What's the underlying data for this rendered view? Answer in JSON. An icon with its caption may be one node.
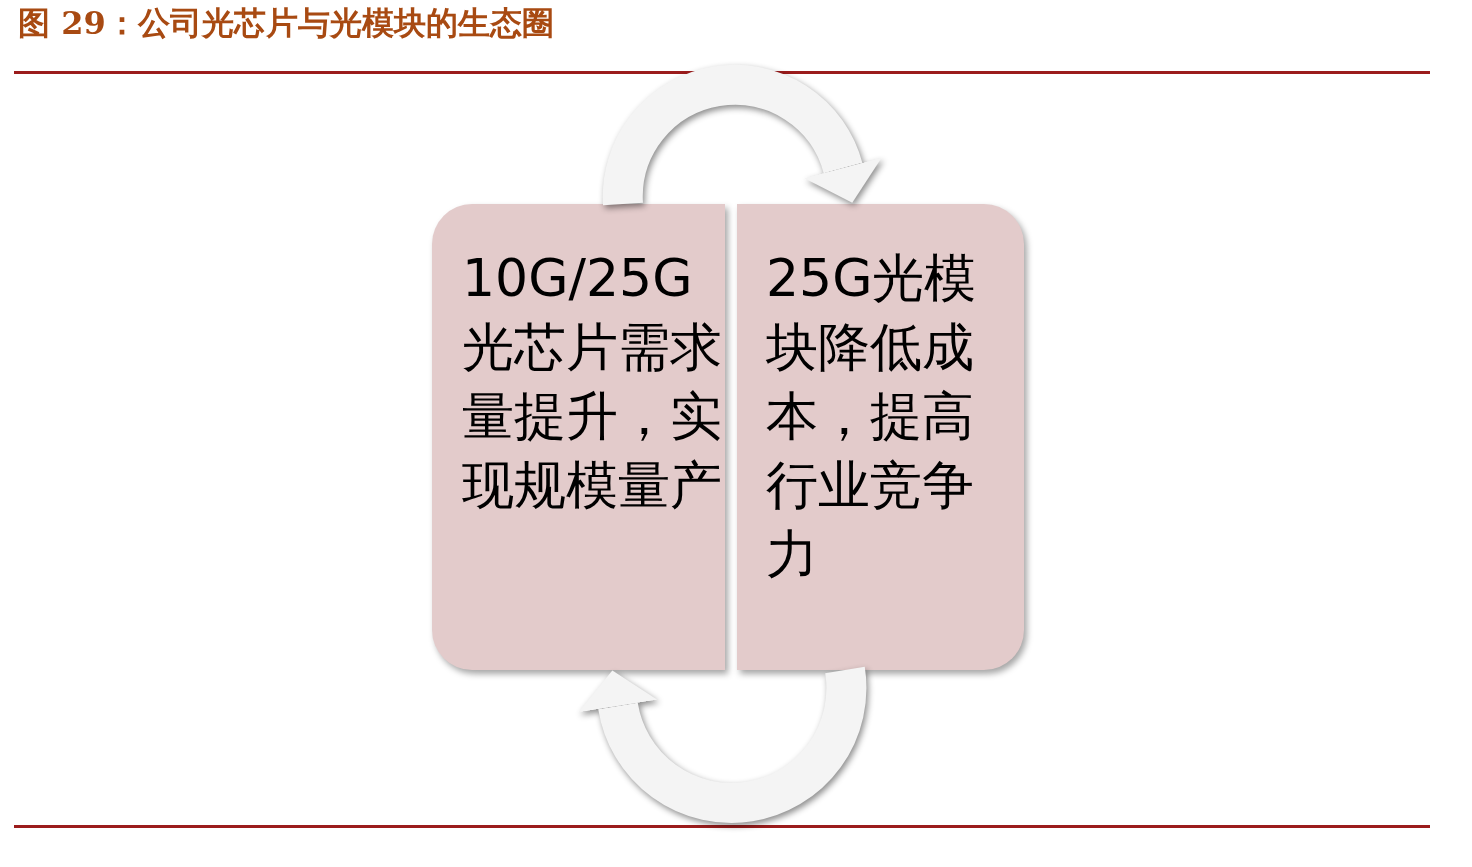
{
  "diagram": {
    "title": "图 29：公司光芯片与光模块的生态圈",
    "nodes": [
      {
        "text": [
          "10G/25G光芯片需求量提升，实现规模量产"
        ]
      },
      {
        "text": [
          "25G光模块降低成本，提高行业竞争力"
        ]
      }
    ],
    "edges": [
      {
        "from": 0,
        "to": 1,
        "arrow": "to"
      },
      {
        "from": 1,
        "to": 0,
        "arrow": "to"
      }
    ]
  }
}
